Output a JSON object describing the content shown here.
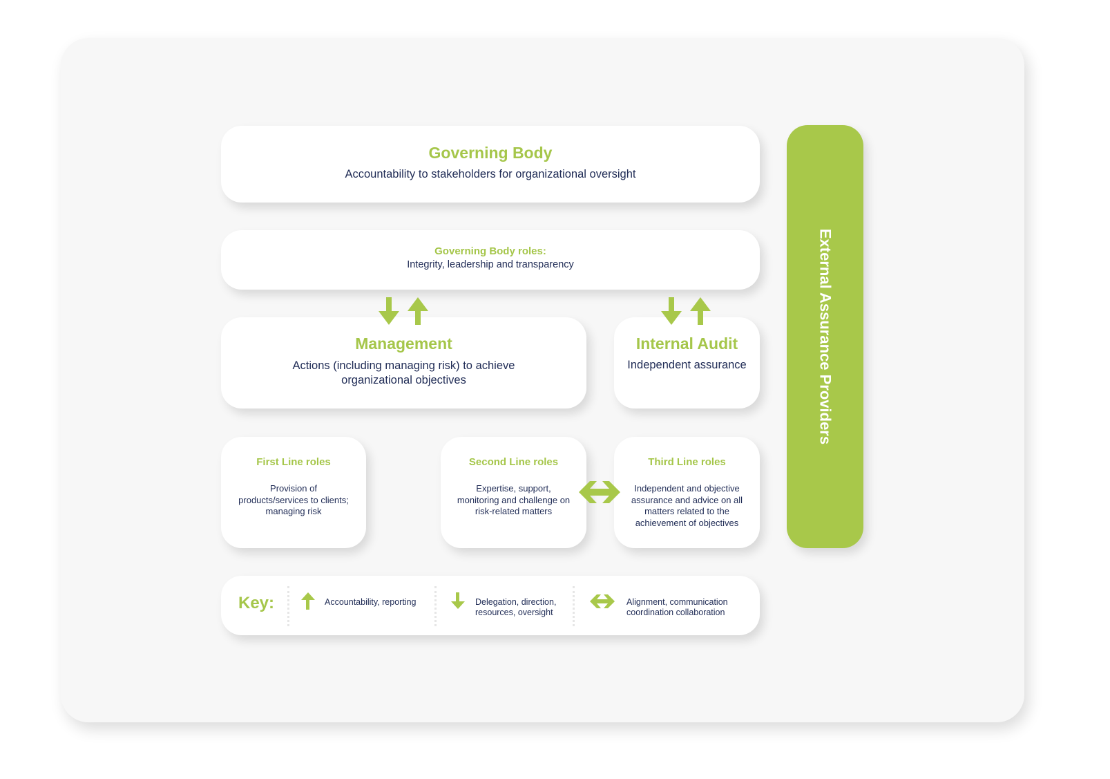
{
  "governing_body": {
    "title": "Governing Body",
    "subtitle": "Accountability to stakeholders for organizational oversight"
  },
  "governing_body_roles": {
    "title": "Governing Body roles:",
    "subtitle": "Integrity, leadership and transparency"
  },
  "management": {
    "title": "Management",
    "subtitle": "Actions (including managing risk) to achieve organizational objectives"
  },
  "internal_audit": {
    "title": "Internal Audit",
    "subtitle": "Independent assurance"
  },
  "first_line": {
    "title": "First Line roles",
    "text": "Provision of products/services to clients; managing risk"
  },
  "second_line": {
    "title": "Second Line roles",
    "text": "Expertise, support, monitoring and challenge on risk-related matters"
  },
  "third_line": {
    "title": "Third Line roles",
    "text": "Independent and objective assurance and advice on all matters related to the achievement of objectives"
  },
  "external": {
    "label": "External Assurance Providers"
  },
  "key": {
    "label": "Key:",
    "items": [
      {
        "icon": "arrow-up-icon",
        "text": "Accountability, reporting"
      },
      {
        "icon": "arrow-down-icon",
        "text": "Delegation, direction, resources, oversight"
      },
      {
        "icon": "double-arrow-icon",
        "text": "Alignment, communication coordination collaboration"
      }
    ]
  },
  "colors": {
    "green": "#a8c84a",
    "navy": "#1f2b55",
    "background": "#f7f7f7"
  }
}
